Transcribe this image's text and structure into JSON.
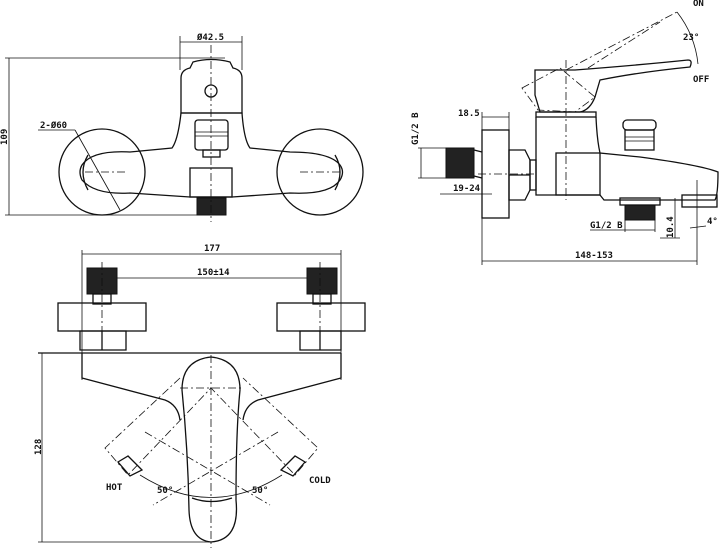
{
  "front_view": {
    "diameter_head": "Ø42.5",
    "height": "109",
    "flange_diameter": "2-Ø60"
  },
  "side_view": {
    "on_label": "ON",
    "off_label": "OFF",
    "lever_angle": "23°",
    "inlet_thread": "G1/2 B",
    "flange_depth": "18.5",
    "inlet_range": "19-24",
    "outlet_thread": "G1/2 B",
    "outlet_height": "10.4",
    "spout_angle": "4°",
    "total_length": "148-153"
  },
  "top_view": {
    "overall_width": "177",
    "centers": "150±14",
    "depth": "128",
    "hot_label": "HOT",
    "cold_label": "COLD",
    "hot_angle": "50°",
    "cold_angle": "50°"
  }
}
